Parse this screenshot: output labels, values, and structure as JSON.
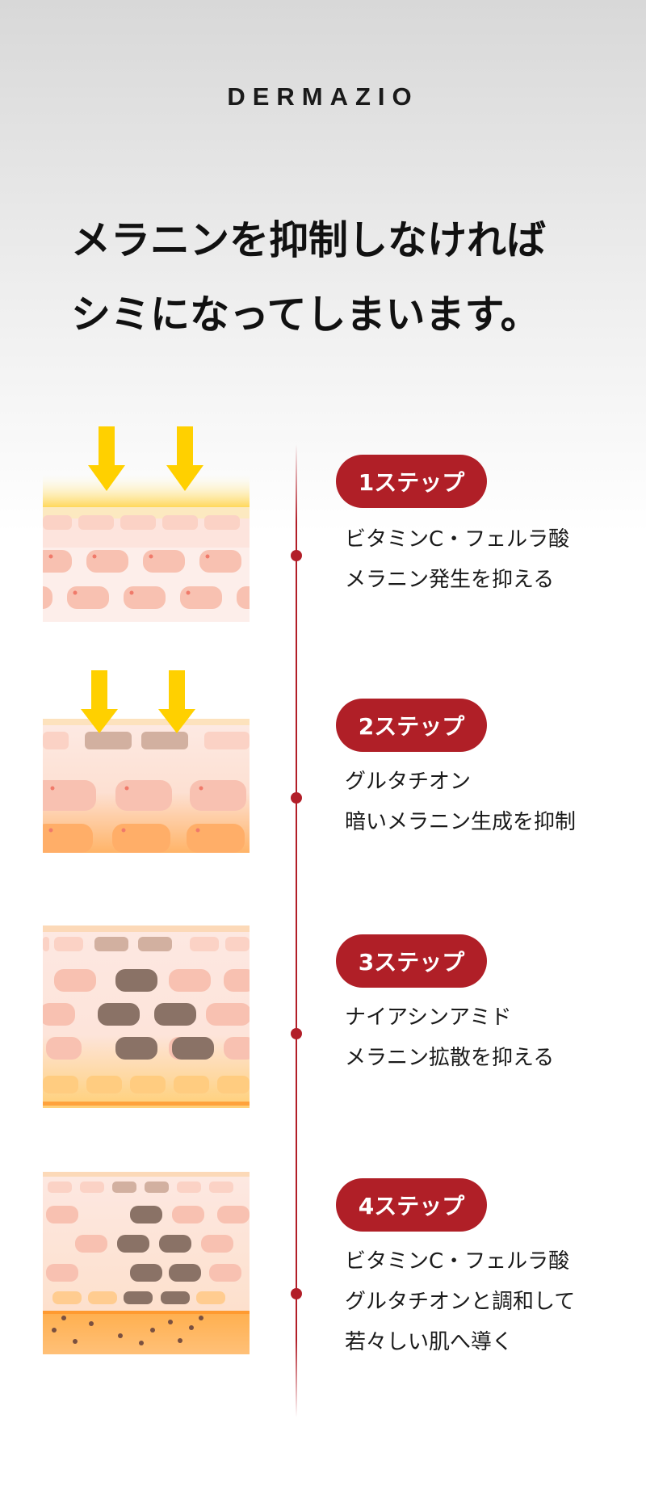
{
  "brand": "DERMAZIO",
  "headline": {
    "line1": "メラニンを抑制しなければ",
    "line2": "シミになってしまいます。"
  },
  "colors": {
    "accent": "#b01f27",
    "arrow": "#ffd000",
    "cell": "#f8c4b4",
    "melanin": "#8a7266",
    "deep_layer": "#ffb066"
  },
  "steps": [
    {
      "badge": "1ステップ",
      "lines": [
        "ビタミンC・フェルラ酸",
        "メラニン発生を抑える"
      ]
    },
    {
      "badge": "2ステップ",
      "lines": [
        "グルタチオン",
        "暗いメラニン生成を抑制"
      ]
    },
    {
      "badge": "3ステップ",
      "lines": [
        "ナイアシンアミド",
        "メラニン拡散を抑える"
      ]
    },
    {
      "badge": "4ステップ",
      "lines": [
        "ビタミンC・フェルラ酸",
        "グルタチオンと調和して",
        "若々しい肌へ導く"
      ]
    }
  ]
}
